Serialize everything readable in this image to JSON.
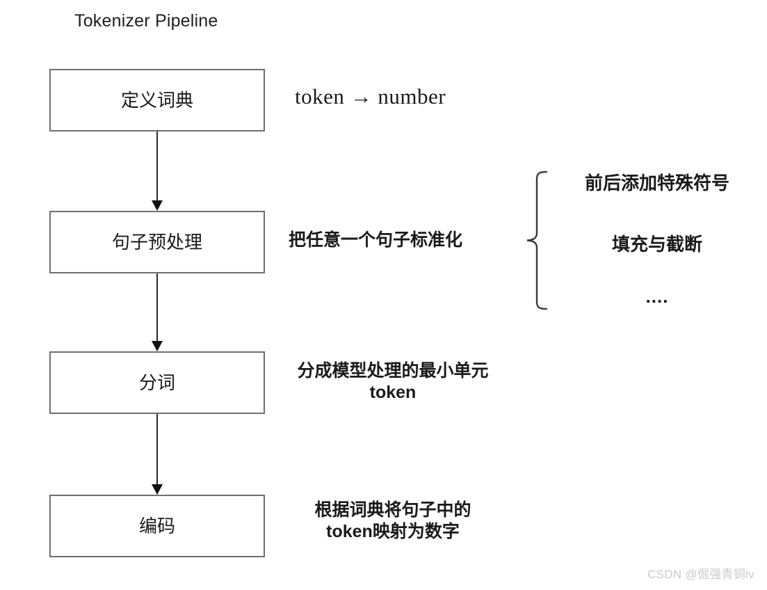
{
  "diagram": {
    "title": "Tokenizer Pipeline",
    "type": "flowchart",
    "orientation": "vertical",
    "nodes": [
      {
        "id": "define-vocab",
        "label": "定义词典",
        "annotation": "token → number",
        "annotation_style": "serif-math"
      },
      {
        "id": "preprocess",
        "label": "句子预处理",
        "annotation": "把任意一个句子标准化",
        "annotation_style": "cjk"
      },
      {
        "id": "tokenize",
        "label": "分词",
        "annotation": "分成模型处理的最小单元\ntoken",
        "annotation_style": "cjk"
      },
      {
        "id": "encode",
        "label": "编码",
        "annotation": "根据词典将句子中的\ntoken映射为数字",
        "annotation_style": "cjk"
      }
    ],
    "edges": [
      {
        "from": "define-vocab",
        "to": "preprocess",
        "arrow": "down-arrow"
      },
      {
        "from": "preprocess",
        "to": "tokenize",
        "arrow": "down-arrow"
      },
      {
        "from": "tokenize",
        "to": "encode",
        "arrow": "down-arrow"
      }
    ],
    "brace_group": {
      "attached_to": "preprocess",
      "items": [
        "前后添加特殊符号",
        "填充与截断",
        "...."
      ]
    },
    "watermark": "CSDN @倔强青铜iv",
    "colors": {
      "box_border": "#6f6f6f",
      "arrow": "#111111",
      "text": "#1a1a1a",
      "background": "#ffffff",
      "watermark": "#c9c9c9"
    }
  }
}
